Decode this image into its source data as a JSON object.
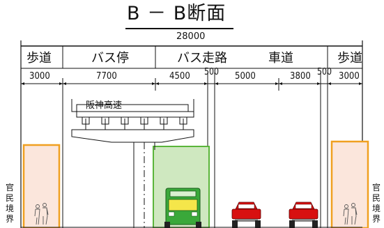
{
  "title": "B － B断面",
  "total_width": "28000",
  "lanes": [
    {
      "label": "歩道"
    },
    {
      "label": "バス停"
    },
    {
      "label": "バス走路"
    },
    {
      "label": "車道"
    },
    {
      "label": "歩道"
    }
  ],
  "dimensions": [
    "3000",
    "7700",
    "4500",
    "500",
    "5000",
    "3800",
    "500",
    "3000"
  ],
  "bridge_label": "阪神高速",
  "boundary_label_left": "官民境界",
  "boundary_label_right": "官民境界",
  "colors": {
    "sidewalk_fill": "#fbe6dc",
    "sidewalk_border": "#f0a020",
    "bus_lane_fill": "#cfe8c0",
    "bus_lane_border": "#5ab53a",
    "bus_body": "#3aa83a",
    "car_body": "#d81010",
    "line": "#111111"
  }
}
